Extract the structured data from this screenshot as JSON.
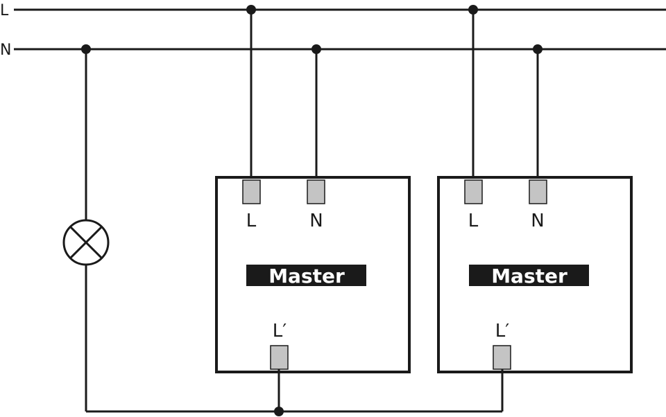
{
  "rails": {
    "line_label": "L",
    "neutral_label": "N"
  },
  "devices": [
    {
      "name": "Master",
      "terminal_line": "L",
      "terminal_neutral": "N",
      "terminal_output": "L′"
    },
    {
      "name": "Master",
      "terminal_line": "L",
      "terminal_neutral": "N",
      "terminal_output": "L′"
    }
  ],
  "colors": {
    "wire": "#1a1a1a",
    "terminal": "#c4c4c4",
    "label_bg": "#1a1a1a",
    "label_text": "#ffffff"
  },
  "icons": {
    "lamp": "lamp-icon"
  }
}
